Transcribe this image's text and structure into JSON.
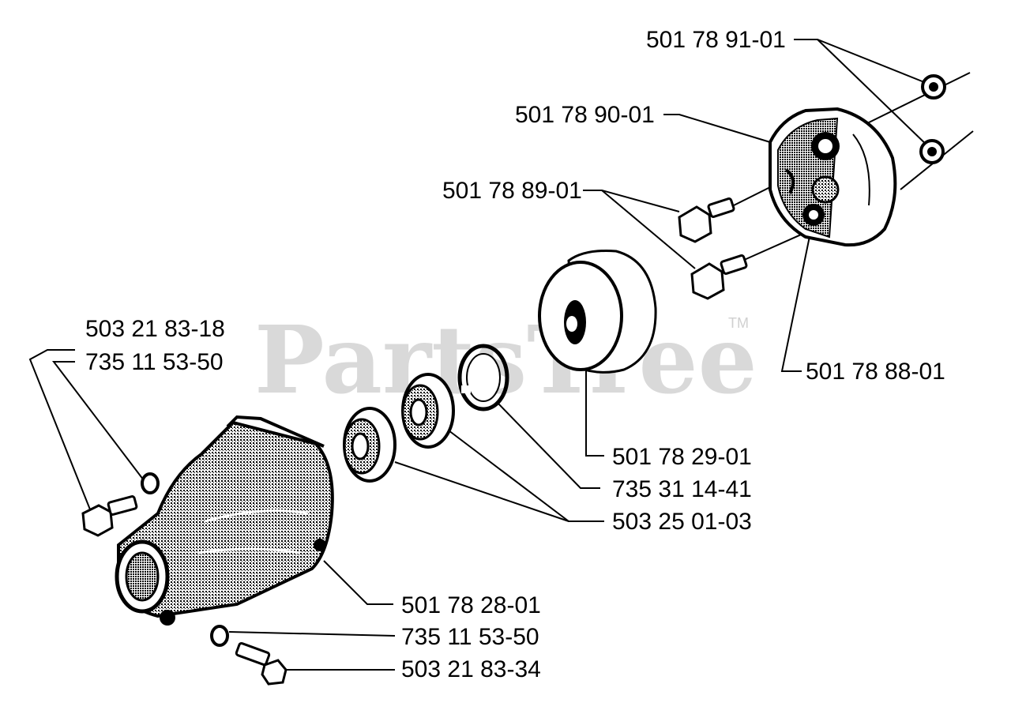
{
  "watermark": {
    "text": "PartsTree",
    "mark": "TM"
  },
  "parts": [
    {
      "id": "p1",
      "number": "501 78 91-01"
    },
    {
      "id": "p2",
      "number": "501 78 90-01"
    },
    {
      "id": "p3",
      "number": "501 78 89-01"
    },
    {
      "id": "p4",
      "number": "503 21 83-18"
    },
    {
      "id": "p5",
      "number": "735 11 53-50"
    },
    {
      "id": "p6",
      "number": "501 78 88-01"
    },
    {
      "id": "p7",
      "number": "501 78 29-01"
    },
    {
      "id": "p8",
      "number": "735 31 14-41"
    },
    {
      "id": "p9",
      "number": "503 25 01-03"
    },
    {
      "id": "p10",
      "number": "501 78 28-01"
    },
    {
      "id": "p11",
      "number": "735 11 53-50"
    },
    {
      "id": "p12",
      "number": "503 21 83-34"
    }
  ]
}
